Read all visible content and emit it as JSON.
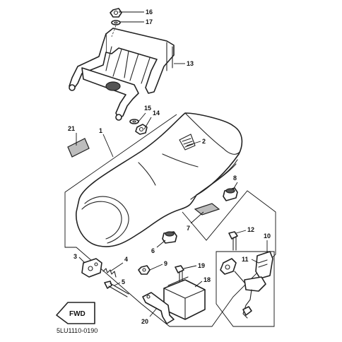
{
  "diagram_code": "5LU1110-0190",
  "fwd_label": "FWD",
  "callouts": {
    "c1": "1",
    "c2": "2",
    "c3": "3",
    "c4": "4",
    "c5": "5",
    "c6": "6",
    "c7": "7",
    "c8": "8",
    "c9": "9",
    "c10": "10",
    "c11": "11",
    "c12": "12",
    "c13": "13",
    "c14": "14",
    "c15": "15",
    "c16": "16",
    "c17": "17",
    "c18": "18",
    "c19": "19",
    "c20": "20",
    "c21": "21"
  }
}
